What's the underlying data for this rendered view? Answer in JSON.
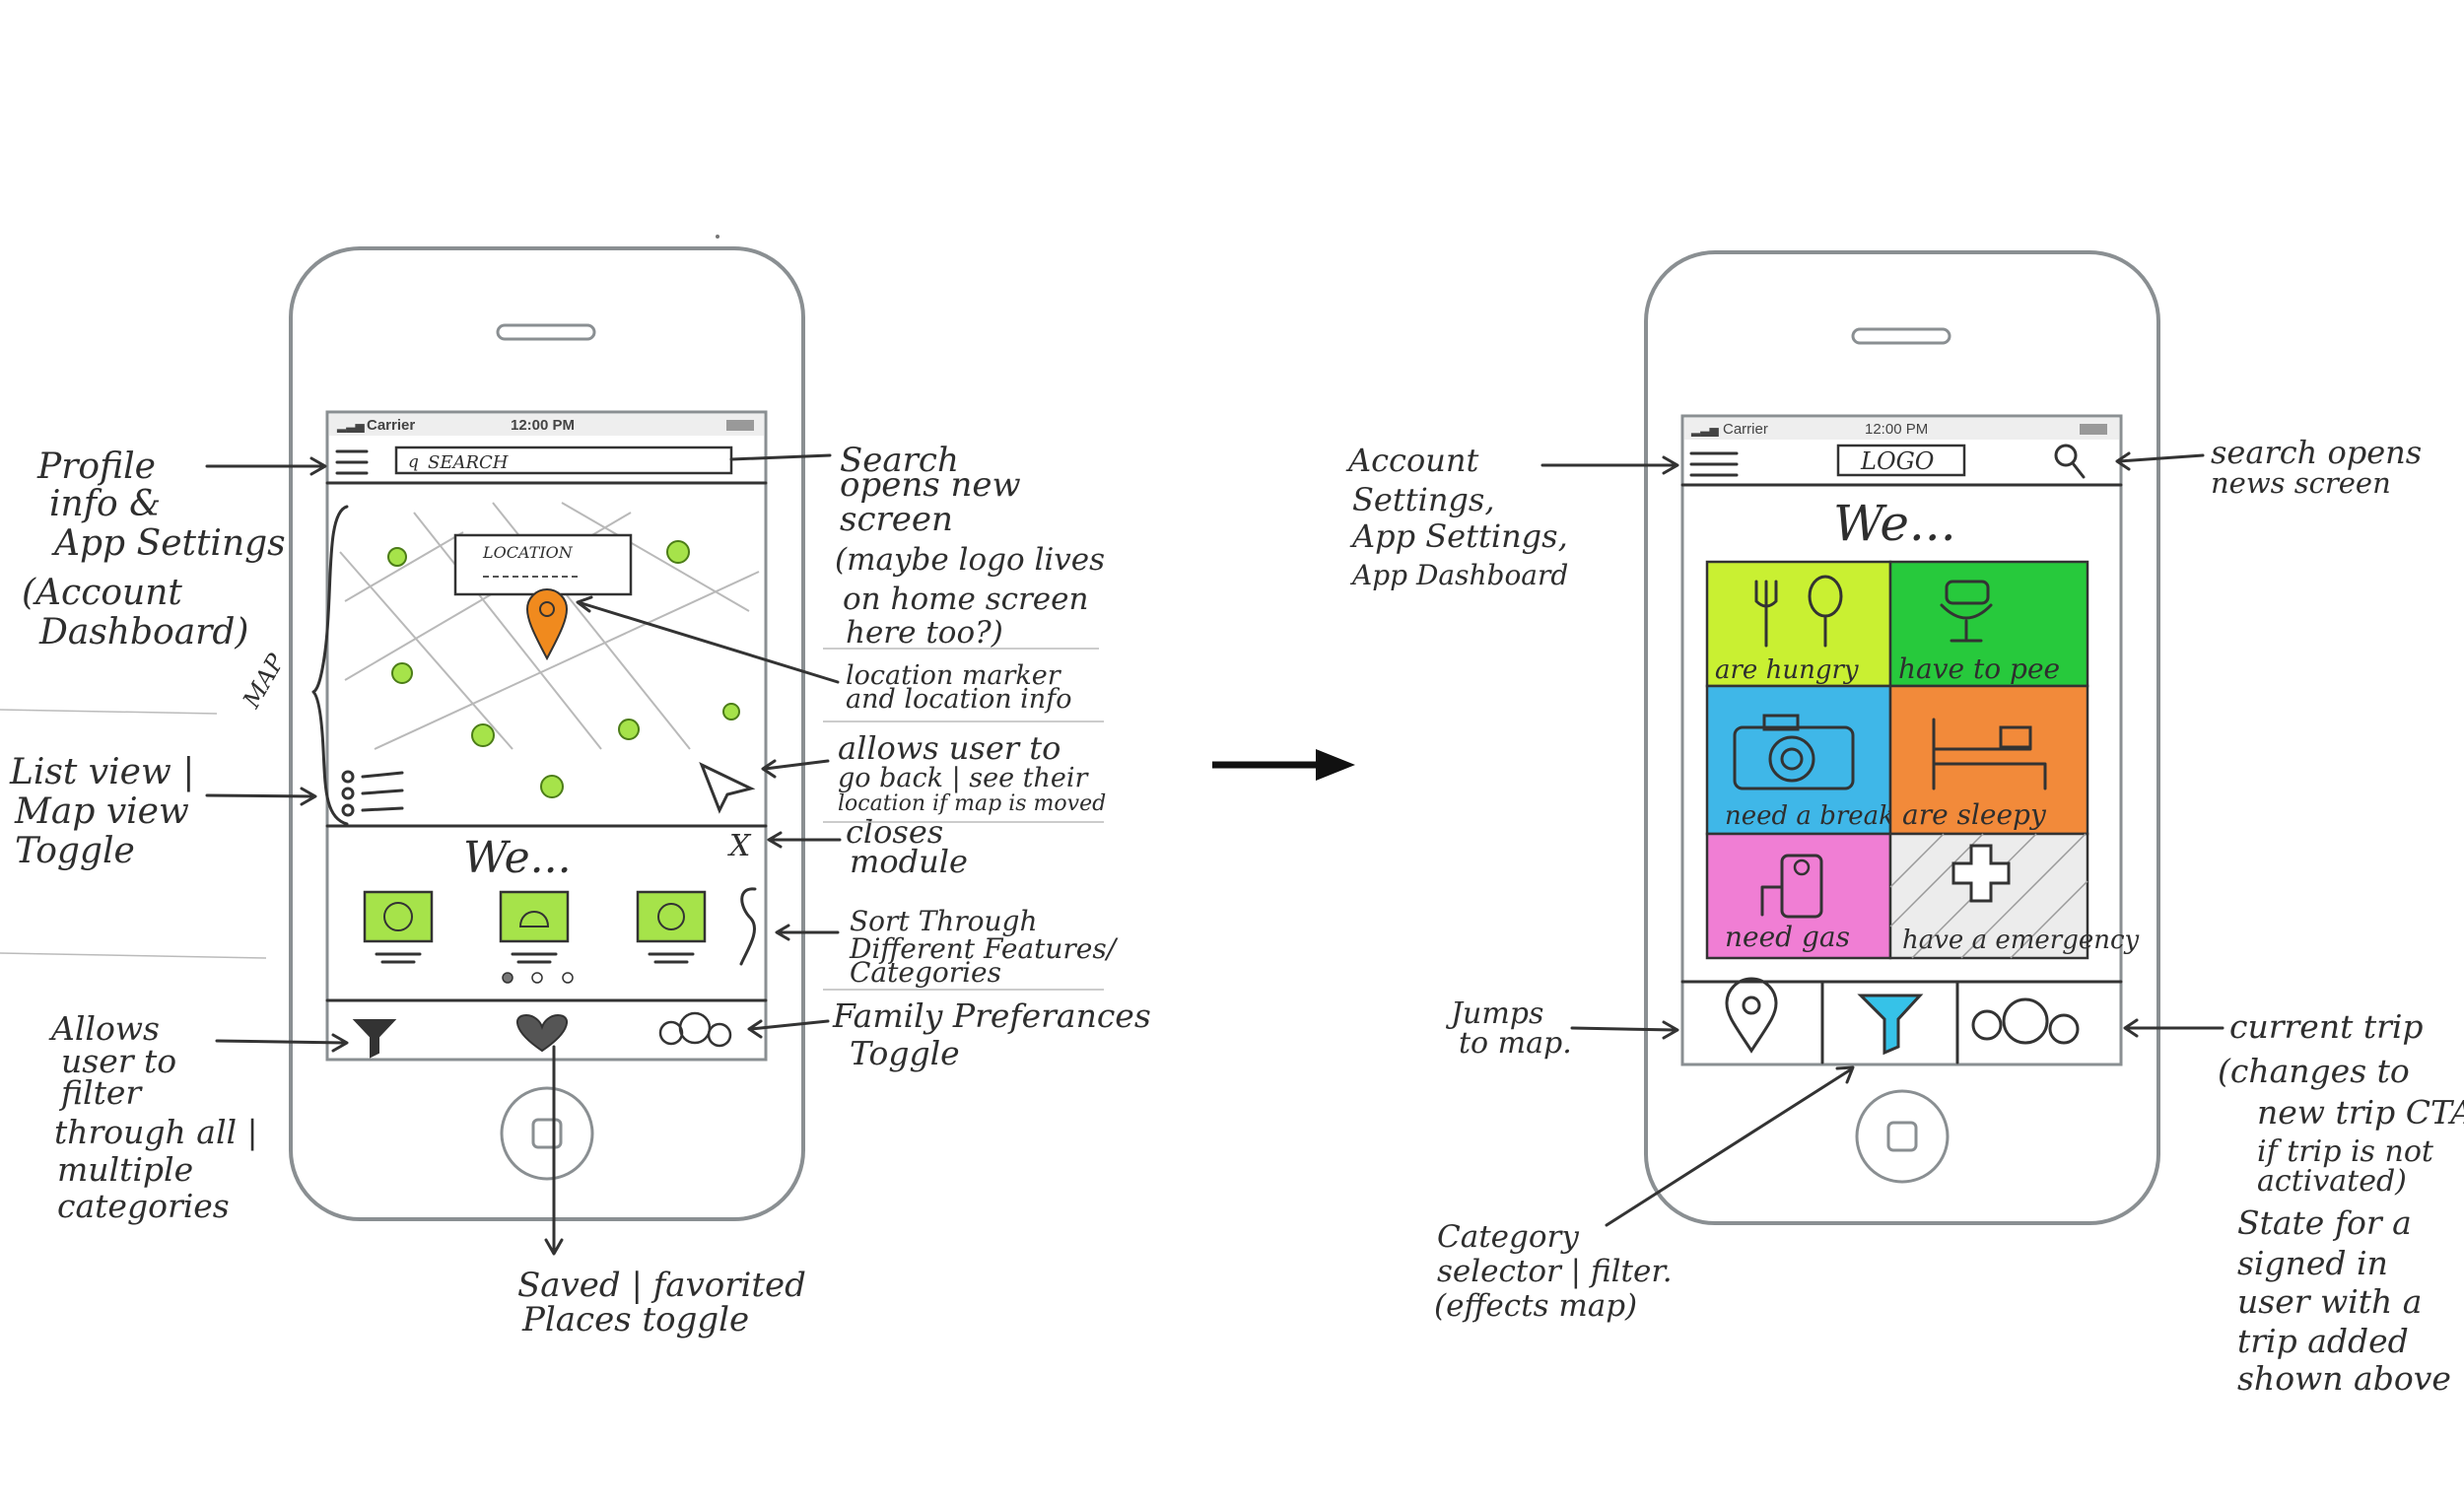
{
  "arrow_between": "→",
  "left_phone": {
    "status": {
      "carrier": "Carrier",
      "time": "12:00 PM"
    },
    "search_placeholder": "SEARCH",
    "map_label": "MAP",
    "location_box_label": "LOCATION",
    "we_label": "We...",
    "close_label": "X",
    "annotations": {
      "profile": [
        "Profile",
        "info &",
        "App Settings",
        "(Account",
        "Dashboard)"
      ],
      "search": [
        "Search",
        "opens new",
        "screen",
        "(maybe logo lives",
        "on home screen",
        "here too?)"
      ],
      "location_marker": [
        "location marker",
        "and location info"
      ],
      "back_location": [
        "allows user to",
        "go back | see their",
        "location if map is moved"
      ],
      "closes": [
        "closes",
        "module"
      ],
      "sort": [
        "Sort Through",
        "Different Features/",
        "Categories"
      ],
      "list_map": [
        "List view |",
        "Map view",
        "Toggle"
      ],
      "filter": [
        "Allows",
        "user to",
        "filter",
        "through all |",
        "multiple",
        "categories"
      ],
      "family": [
        "Family Preferances",
        "Toggle"
      ],
      "saved": [
        "Saved | favorited",
        "Places toggle"
      ]
    }
  },
  "right_phone": {
    "status": {
      "carrier": "Carrier",
      "time": "12:00 PM"
    },
    "logo_text": "LOGO",
    "we_label": "We...",
    "tiles": [
      {
        "label": "are hungry",
        "color": "#c9f032",
        "icon": "fork-knife-icon"
      },
      {
        "label": "have to pee",
        "color": "#27c93c",
        "icon": "toilet-icon"
      },
      {
        "label": "need a break",
        "color": "#3fb7e8",
        "icon": "camera-icon"
      },
      {
        "label": "are sleepy",
        "color": "#f28a3a",
        "icon": "bed-icon"
      },
      {
        "label": "need gas",
        "color": "#f07ed4",
        "icon": "gas-pump-icon"
      },
      {
        "label": "have a emergency",
        "color": "#e6e6e6",
        "icon": "medical-cross-icon"
      }
    ],
    "annotations": {
      "account": [
        "Account",
        "Settings,",
        "App Settings,",
        "App Dashboard"
      ],
      "search": [
        "search opens",
        "news screen"
      ],
      "jumps": [
        "Jumps",
        "to map."
      ],
      "category": [
        "Category",
        "selector | filter.",
        "(effects map)"
      ],
      "trip": [
        "current trip",
        "(changes to",
        "new trip CTA",
        "if trip is not",
        "activated)",
        "State for a",
        "signed in",
        "user with a",
        "trip added",
        "shown above"
      ]
    }
  },
  "colors": {
    "accent_green": "#a6e34a",
    "pin_orange": "#f08a1e",
    "filter_blue": "#36c2e8"
  }
}
